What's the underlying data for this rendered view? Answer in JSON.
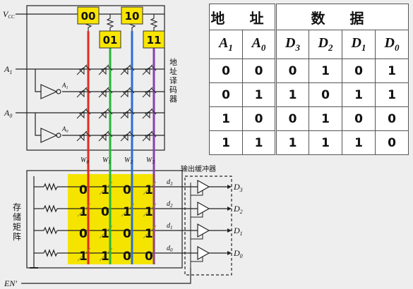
{
  "labels": {
    "vcc": "V",
    "vcc_sub": "CC",
    "a1": "A",
    "a1_sub": "1",
    "a0": "A",
    "a0_sub": "0",
    "a1_buf": "A",
    "a1_buf_sub": "1",
    "a0_buf": "A",
    "a0_buf_sub": "0",
    "en": "EN",
    "en_sup": "'",
    "decoder": "地址译码器",
    "matrix": "存储矩阵",
    "buffer": "输出缓冲器"
  },
  "word_lines": [
    {
      "code": "00",
      "label": "W",
      "sub": "0",
      "color": "#e52b20"
    },
    {
      "code": "01",
      "label": "W",
      "sub": "1",
      "color": "#28b43c"
    },
    {
      "code": "10",
      "label": "W",
      "sub": "2",
      "color": "#2a6fd8"
    },
    {
      "code": "11",
      "label": "W",
      "sub": "3",
      "color": "#8a3fae"
    }
  ],
  "bit_lines": [
    {
      "label": "d",
      "sub": "3",
      "out": "D",
      "out_sub": "3"
    },
    {
      "label": "d",
      "sub": "2",
      "out": "D",
      "out_sub": "2"
    },
    {
      "label": "d",
      "sub": "1",
      "out": "D",
      "out_sub": "1"
    },
    {
      "label": "d",
      "sub": "0",
      "out": "D",
      "out_sub": "0"
    }
  ],
  "matrix_bits": [
    [
      "0",
      "1",
      "0",
      "1"
    ],
    [
      "1",
      "0",
      "1",
      "1"
    ],
    [
      "0",
      "1",
      "0",
      "1"
    ],
    [
      "1",
      "1",
      "0",
      "0"
    ]
  ],
  "table": {
    "head_addr": "地 址",
    "head_data": "数 据",
    "cols": [
      {
        "n": "A",
        "s": "1"
      },
      {
        "n": "A",
        "s": "0"
      },
      {
        "n": "D",
        "s": "3"
      },
      {
        "n": "D",
        "s": "2"
      },
      {
        "n": "D",
        "s": "1"
      },
      {
        "n": "D",
        "s": "0"
      }
    ],
    "rows": [
      [
        "0",
        "0",
        "0",
        "1",
        "0",
        "1"
      ],
      [
        "0",
        "1",
        "1",
        "0",
        "1",
        "1"
      ],
      [
        "1",
        "0",
        "0",
        "1",
        "0",
        "0"
      ],
      [
        "1",
        "1",
        "1",
        "1",
        "1",
        "0"
      ]
    ]
  },
  "colors": {
    "yellow": "#f5e400",
    "label_box": "#f9e500",
    "wire": "#222222"
  }
}
